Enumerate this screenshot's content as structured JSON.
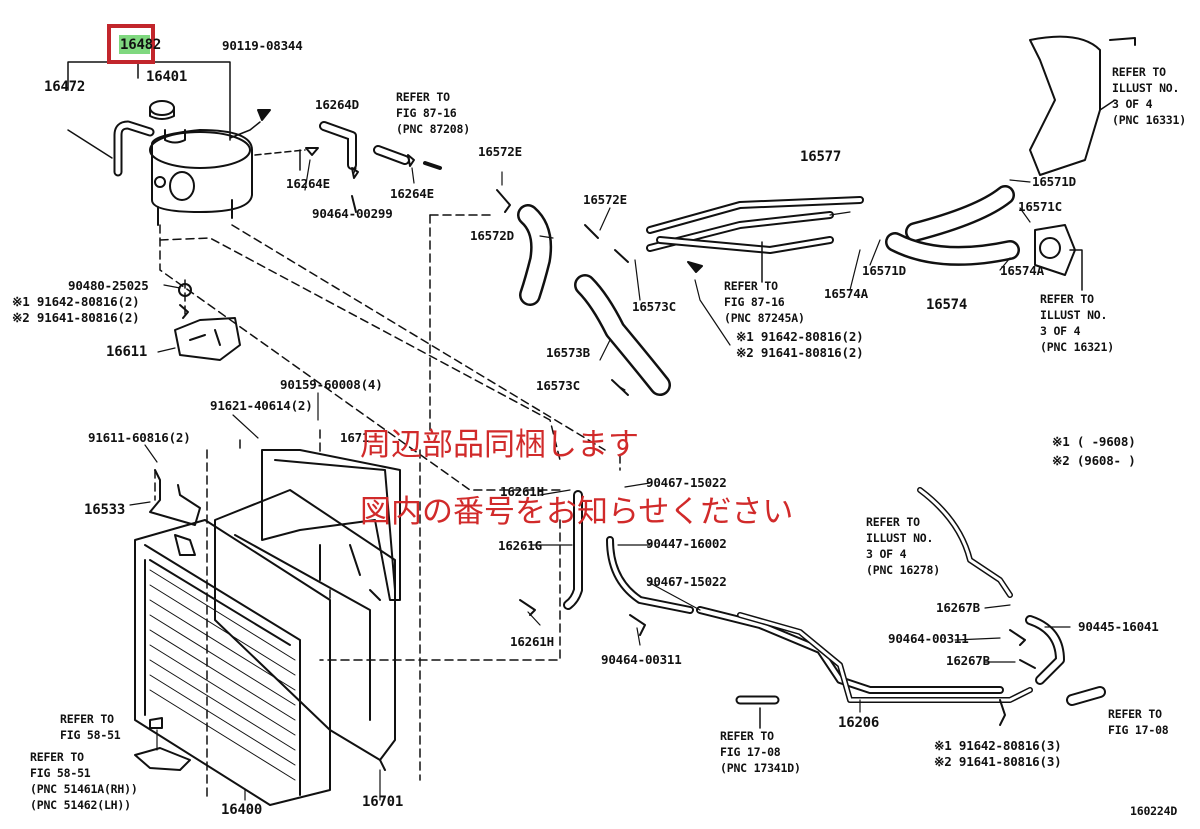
{
  "highlighted_part": "16482",
  "notice": {
    "line1": "周辺部品同梱します",
    "line2": "図内の番号をお知らせください"
  },
  "legend": {
    "l1": "※1 ( -9608)",
    "l2": "※2 (9608- )"
  },
  "labels": {
    "p16482": "16482",
    "p16472": "16472",
    "p16401": "16401",
    "p90119": "90119-08344",
    "p16264d": "16264D",
    "p16264e_1": "16264E",
    "p16264e_2": "16264E",
    "p90464_299": "90464-00299",
    "p16572e_1": "16572E",
    "p16572e_2": "16572E",
    "p16572d": "16572D",
    "p16577": "16577",
    "p16571d_1": "16571D",
    "p16571c": "16571C",
    "p16571d_2": "16571D",
    "p16574a_1": "16574A",
    "p16574a_2": "16574A",
    "p16574": "16574",
    "p16573c_1": "16573C",
    "p16573b": "16573B",
    "p16573c_2": "16573C",
    "p90480": "90480-25025",
    "p91642_a": "※1 91642-80816(2)",
    "p91641_a": "※2 91641-80816(2)",
    "p16611": "16611",
    "p90159": "90159-60008(4)",
    "p91621": "91621-40614(2)",
    "p91611": "91611-60816(2)",
    "p1671x": "1671",
    "p16533": "16533",
    "p16261h_1": "16261H",
    "p16261g": "16261G",
    "p16261h_2": "16261H",
    "p90467_1": "90467-15022",
    "p90447": "90447-16002",
    "p90467_2": "90467-15022",
    "p90464_311_a": "90464-00311",
    "p91642_b": "※1 91642-80816(2)",
    "p91641_b": "※2 91641-80816(2)",
    "p16267b_1": "16267B",
    "p90464_311_b": "90464-00311",
    "p16267b_2": "16267B",
    "p90445": "90445-16041",
    "p16206": "16206",
    "p91642_c": "※1 91642-80816(3)",
    "p91641_c": "※2 91641-80816(3)",
    "p16400": "16400",
    "p16701": "16701",
    "p160224d": "160224D"
  },
  "refs": {
    "r_87_16_a": "REFER TO\nFIG 87-16\n(PNC 87208)",
    "r_87_16_b": "REFER TO\nFIG 87-16\n(PNC 87245A)",
    "r_illust_16331": "REFER TO\nILLUST NO.\n3 OF 4\n(PNC 16331)",
    "r_illust_16321": "REFER TO\nILLUST NO.\n3 OF 4\n(PNC 16321)",
    "r_illust_16278": "REFER TO\nILLUST NO.\n3 OF 4\n(PNC 16278)",
    "r_58_51_a": "REFER TO\nFIG 58-51",
    "r_58_51_b": "REFER TO\nFIG 58-51\n(PNC 51461A(RH))\n(PNC 51462(LH))",
    "r_17_08_a": "REFER TO\nFIG 17-08\n(PNC 17341D)",
    "r_17_08_b": "REFER TO\nFIG 17-08"
  },
  "colors": {
    "highlight_box": "#c2262c",
    "highlight_fill": "#7fd87f",
    "notice_text": "#d12a2a",
    "line_art": "#111111"
  }
}
